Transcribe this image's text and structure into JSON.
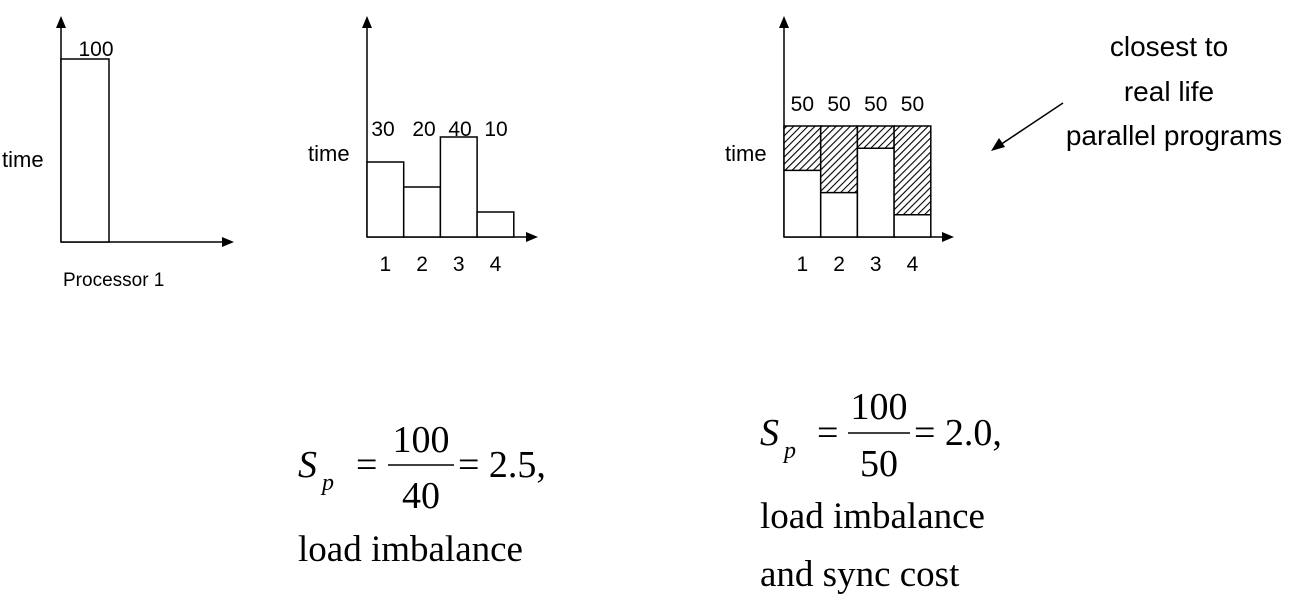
{
  "chart_data": [
    {
      "type": "bar",
      "categories": [
        ""
      ],
      "values": [
        100
      ],
      "value_labels": [
        "100"
      ],
      "ylabel": "time",
      "xlabel": "Processor 1"
    },
    {
      "type": "bar",
      "categories": [
        "1",
        "2",
        "3",
        "4"
      ],
      "values": [
        30,
        20,
        40,
        10
      ],
      "value_labels": [
        "30",
        "20",
        "40",
        "10"
      ],
      "ylabel": "time",
      "xlabel": ""
    },
    {
      "type": "bar",
      "categories": [
        "1",
        "2",
        "3",
        "4"
      ],
      "values": [
        30,
        20,
        40,
        10
      ],
      "sync_total": [
        50,
        50,
        50,
        50
      ],
      "value_labels": [
        "50",
        "50",
        "50",
        "50"
      ],
      "ylabel": "time",
      "xlabel": ""
    }
  ],
  "annotation": {
    "lines": [
      "closest to",
      "real life",
      "parallel programs"
    ]
  },
  "formulas": [
    {
      "lhs": "S",
      "lhs_sub": "p",
      "numerator": "100",
      "denominator": "40",
      "result": "= 2.5,",
      "notes": [
        "load imbalance"
      ]
    },
    {
      "lhs": "S",
      "lhs_sub": "p",
      "numerator": "100",
      "denominator": "50",
      "result": "= 2.0,",
      "notes": [
        "load imbalance",
        "and sync cost"
      ]
    }
  ]
}
